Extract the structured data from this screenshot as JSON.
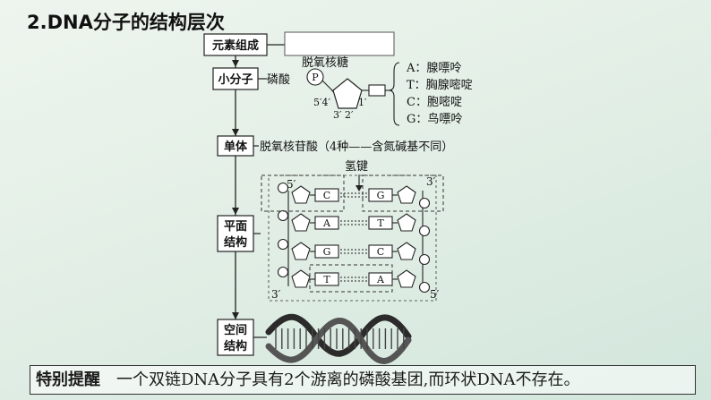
{
  "title": "2.DNA分子的结构层次",
  "levels": {
    "elements": "元素组成",
    "small_molecules": "小分子",
    "monomer": "单体",
    "plane_1": "平面",
    "plane_2": "结构",
    "space_1": "空间",
    "space_2": "结构"
  },
  "small_molecules": {
    "phosphate": "磷酸",
    "p_symbol": "P",
    "sugar": "脱氧核糖",
    "carbon_5_4": "5′4′",
    "carbon_1": "1′",
    "carbon_3_2": "3′ 2′",
    "bases": [
      "A：腺嘌呤",
      "T：胸腺嘧啶",
      "C：胞嘧啶",
      "G：鸟嘌呤"
    ]
  },
  "monomer_desc": "脱氧核苷酸（4种——含氮碱基不同）",
  "plane": {
    "hydrogen_bond": "氢键",
    "left_bases": [
      "C",
      "A",
      "G",
      "T"
    ],
    "right_bases": [
      "G",
      "T",
      "C",
      "A"
    ],
    "left_top_end": "5′",
    "left_bottom_end": "3′",
    "right_top_end": "3′",
    "right_bottom_end": "5′"
  },
  "note": {
    "tag": "特别提醒",
    "text": "一个双链DNA分子具有2个游离的磷酸基团,而环状DNA不存在。"
  }
}
